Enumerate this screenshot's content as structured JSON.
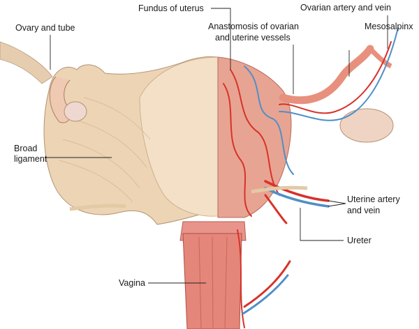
{
  "labels": {
    "fundus": "Fundus of uterus",
    "ovarian_artery": "Ovarian artery and vein",
    "ovary_tube": "Ovary and tube",
    "anastomosis_1": "Anastomosis of ovarian",
    "anastomosis_2": "and uterine vessels",
    "mesosalpinx": "Mesosalpinx",
    "broad_1": "Broad",
    "broad_2": "ligament",
    "uterine_1": "Uterine artery",
    "uterine_2": "and vein",
    "ureter": "Ureter",
    "vagina": "Vagina"
  },
  "colors": {
    "ligament": "#ecd4b4",
    "uterus_light": "#f3e0c6",
    "muscle": "#e88f82",
    "artery": "#d8322a",
    "vein": "#4f8fc8",
    "vagina": "#e5867a"
  }
}
